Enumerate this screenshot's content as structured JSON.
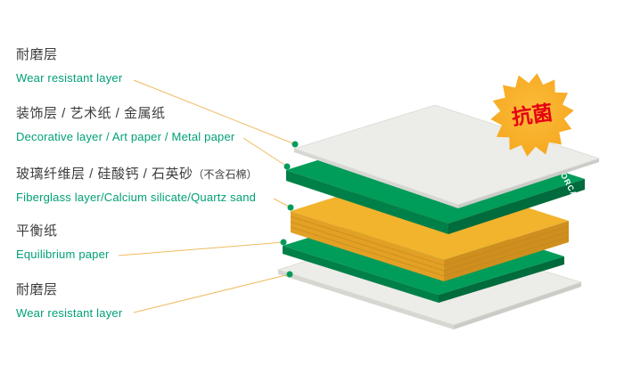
{
  "labels": [
    {
      "zh": "耐磨层",
      "en": "Wear resistant layer"
    },
    {
      "zh": "装饰层 / 艺术纸 / 金属纸",
      "en": "Decorative layer / Art paper / Metal paper"
    },
    {
      "zh": "玻璃纤维层 / 硅酸钙 / 石英砂",
      "note": "（不含石棉）",
      "en": "Fiberglass layer/Calcium silicate/Quartz sand"
    },
    {
      "zh": "平衡纸",
      "en": "Equilibrium paper"
    },
    {
      "zh": "耐磨层",
      "en": "Wear resistant layer"
    }
  ],
  "badge": {
    "text": "抗菌",
    "color": "#F6A71F",
    "inner_color": "#FBBC3A",
    "text_color": "#E60012"
  },
  "brand": {
    "text": "FORCA",
    "color": "#FFFFFF"
  },
  "colors": {
    "label_zh": "#3E3E3E",
    "label_en": "#00A076",
    "leader_line": "#F0BB60",
    "dot": "#009B5B",
    "layer_green": "#009C59",
    "layer_green_side_left": "#008049",
    "layer_green_side_right": "#006B3C",
    "layer_yellow": "#F2B32D",
    "layer_yellow_side_left": "#E2A125",
    "layer_yellow_side_right": "#CE8F1E",
    "layer_white": "#ECECE8",
    "layer_white_side_left": "#D7D7D2",
    "layer_white_side_right": "#CCCCC7"
  }
}
